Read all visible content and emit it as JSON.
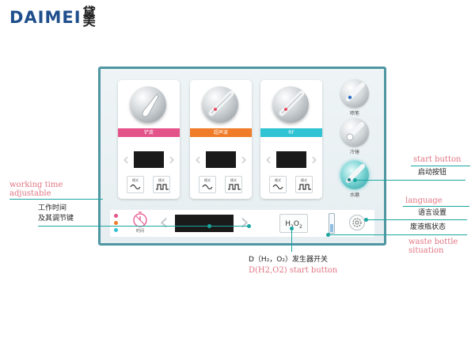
{
  "brand": {
    "name": "DAIMEI",
    "chinese": "黛美"
  },
  "colors": {
    "accent": "#1aa6a0",
    "pink": "#e4528a",
    "orange": "#f07b28",
    "cyan": "#2fc3d3",
    "annotation_en": "#e07582"
  },
  "cards": [
    {
      "name": "铲皮",
      "color": "#e4528a",
      "mode_label_1": "模式",
      "mode_label_2": "模式"
    },
    {
      "name": "超声波",
      "color": "#f07b28",
      "mode_label_1": "模式",
      "mode_label_2": "模式"
    },
    {
      "name": "RF",
      "color": "#2fc3d3",
      "mode_label_1": "模式",
      "mode_label_2": "模式"
    }
  ],
  "side_handpieces": [
    {
      "label": "喷笔"
    },
    {
      "label": "冷锤"
    },
    {
      "label": "水磨"
    }
  ],
  "bottom_bar": {
    "timer_label": "时间",
    "h2o2": {
      "h": "H",
      "sub2": "2",
      "o": "O",
      "sub2b": "2"
    }
  },
  "annotations": {
    "working_time_en_1": "working time",
    "working_time_en_2": "adjustable",
    "working_time_cn_1": "工作时间",
    "working_time_cn_2": "及其调节键",
    "start_en": "start button",
    "start_cn": "启动按钮",
    "language_en": "language",
    "language_cn": "语言设置",
    "waste_cn": "废液瓶状态",
    "waste_en_1": "waste bottle",
    "waste_en_2": "situation",
    "h2o2_cn": "D（H₂，O₂）发生器开关",
    "h2o2_en": "D(H2,O2) start button"
  }
}
